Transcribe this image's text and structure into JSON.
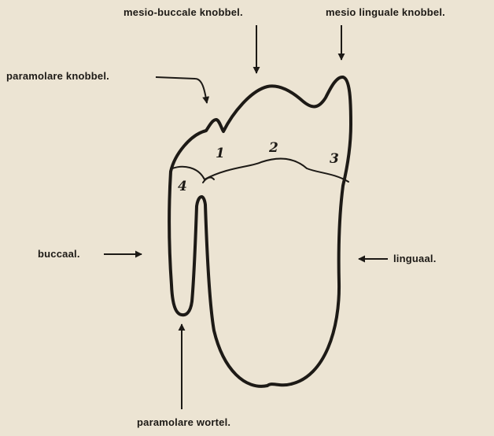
{
  "labels": {
    "mesio_buccale": "mesio-buccale knobbel.",
    "mesio_linguale": "mesio linguale knobbel.",
    "paramolare_knobbel": "paramolare knobbel.",
    "buccaal": "buccaal.",
    "linguaal": "linguaal.",
    "paramolare_wortel": "paramolare wortel."
  },
  "numbers": {
    "n1": "1",
    "n2": "2",
    "n3": "3",
    "n4": "4"
  },
  "colors": {
    "paper": "#ece4d3",
    "ink": "#1d1a16"
  }
}
